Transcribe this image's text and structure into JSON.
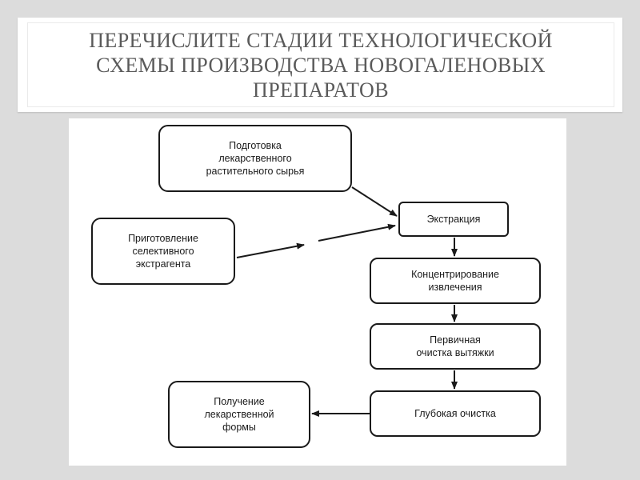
{
  "slide": {
    "title_lines": [
      "ПЕРЕЧИСЛИТЕ СТАДИИ ТЕХНОЛОГИЧЕСКОЙ",
      "СХЕМЫ ПРОИЗВОДСТВА НОВОГАЛЕНОВЫХ",
      "ПРЕПАРАТОВ"
    ]
  },
  "diagram": {
    "nodes": {
      "prep_raw": "Подготовка\nлекарственного\nрастительного сырья",
      "prep_extractant": "Приготовление\nселективного\nэкстрагента",
      "extraction": "Экстракция",
      "concentration": "Концентрирование\nизвлечения",
      "primary_cleaning": "Первичная\nочистка вытяжки",
      "deep_cleaning": "Глубокая очистка",
      "dosage_form": "Получение\nлекарственной\nформы"
    }
  }
}
